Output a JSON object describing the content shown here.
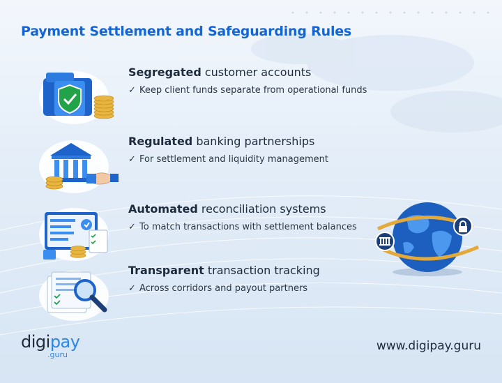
{
  "title": "Payment Settlement and Safeguarding Rules",
  "items": [
    {
      "bold": "Segregated",
      "rest": " customer accounts",
      "detail": "Keep client funds separate from operational funds",
      "icon": "shield-folder-coins-icon"
    },
    {
      "bold": "Regulated",
      "rest": " banking partnerships",
      "detail": "For settlement and liquidity management",
      "icon": "bank-handshake-icon"
    },
    {
      "bold": "Automated",
      "rest": " reconciliation systems",
      "detail": "To match transactions with settlement balances",
      "icon": "reconciliation-dashboard-icon"
    },
    {
      "bold": "Transparent",
      "rest": " transaction tracking",
      "detail": "Across corridors and payout partners",
      "icon": "document-magnifier-icon"
    }
  ],
  "check_mark": "✓",
  "logo": {
    "part1": "digi",
    "part2": "pay",
    "sub": ".guru"
  },
  "website": "www.digipay.guru",
  "colors": {
    "accent": "#1466d6",
    "logo_blue": "#2b86e6",
    "text": "#1e2b3c"
  }
}
